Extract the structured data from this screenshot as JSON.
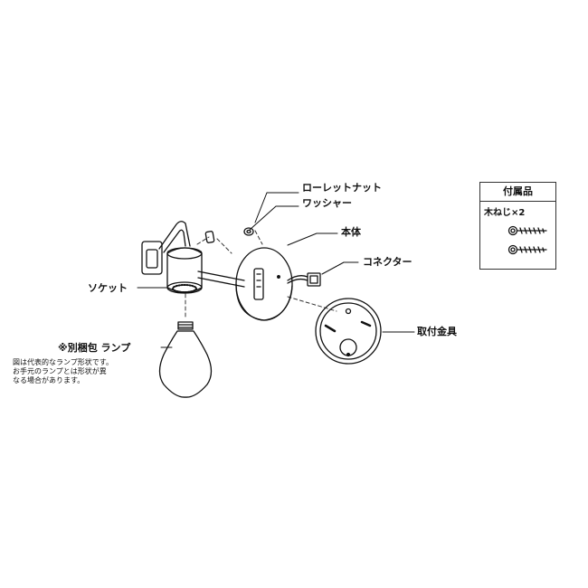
{
  "labels": {
    "knurled_nut": "ローレットナット",
    "washer": "ワッシャー",
    "body": "本体",
    "connector": "コネクター",
    "socket": "ソケット",
    "mounting_bracket": "取付金具",
    "lamp": "※別梱包 ランプ"
  },
  "lamp_note": [
    "図は代表的なランプ形状です。",
    "お手元のランプとは形状が異",
    "なる場合があります。"
  ],
  "accessories": {
    "title": "付属品",
    "item": "木ねじ×2"
  }
}
